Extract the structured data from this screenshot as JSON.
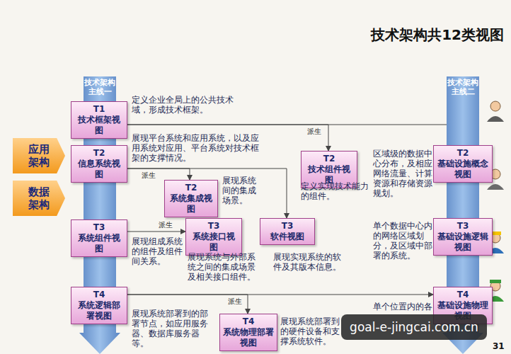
{
  "diagram": {
    "title": "技术架构共12类视图",
    "nodes": [
      {
        "text": [
          "技术架构主线一"
        ]
      },
      {
        "text": [
          "T1",
          "技术框架视图"
        ],
        "in": 0
      },
      {
        "text": [
          "T2",
          "信息系统视图"
        ],
        "in": 0
      },
      {
        "text": [
          "T3",
          "系统组件视图"
        ],
        "in": 0
      },
      {
        "text": [
          "T4",
          "系统逻辑部署视图"
        ],
        "in": 0
      },
      {
        "text": [
          "应用架构"
        ]
      },
      {
        "text": [
          "数据架构"
        ]
      },
      {
        "text": [
          "T2",
          "系统集成视图"
        ]
      },
      {
        "text": [
          "T2",
          "技术组件视图"
        ]
      },
      {
        "text": [
          "T3",
          "系统接口视图"
        ]
      },
      {
        "text": [
          "T3",
          "软件视图"
        ]
      },
      {
        "text": [
          "T4",
          "系统物理部署视图"
        ]
      },
      {
        "text": [
          "技术架构主线二"
        ]
      },
      {
        "text": [
          "T2",
          "基础设施概念视图"
        ],
        "in": 12
      },
      {
        "text": [
          "T3",
          "基础设施逻辑视图"
        ],
        "in": 12
      },
      {
        "text": [
          "T4",
          "基础设施物理视图"
        ],
        "in": 12
      }
    ],
    "edges": [
      {
        "from": 1,
        "to": 8,
        "arrow": "to",
        "label": "派生"
      },
      {
        "from": 1,
        "to": 13,
        "arrow": "to"
      },
      {
        "from": 2,
        "to": 7,
        "arrow": "to",
        "label": "派生"
      },
      {
        "from": 2,
        "to": 10,
        "arrow": "to"
      },
      {
        "from": 3,
        "to": 9,
        "arrow": "to",
        "label": "派生"
      },
      {
        "from": 4,
        "to": 11,
        "arrow": "to",
        "label": "派生"
      },
      {
        "from": 4,
        "to": 15,
        "arrow": "to"
      }
    ],
    "labels": [
      "定义企业全局上的公共技术域，形成技术框架。",
      "展现平台系统和应用系统，以及应用系统对应用、平台系统对技术框架的支撑情况。",
      "展现系统间的集成场景。",
      "定义实现技术能力的组件。",
      "区域级的数据中心分布，及相应网络流量、计算资源和存储资源规划。",
      "单个数据中心内的网络区域划分，及区域中部署的系统。",
      "单个位置内的各",
      "展现组成系统的组件及组件间关系。",
      "展现系统与外部系统之间的集成场景及相关接口组件。",
      "展现实现系统的软件及其版本信息。",
      "展现系统部署到的部署节点，如应用服务器、数据库服务器等。",
      "展现系统部署到的硬件设备和支撑系统软件。",
      "goal-e-jingcai.com.cn",
      "31"
    ]
  }
}
